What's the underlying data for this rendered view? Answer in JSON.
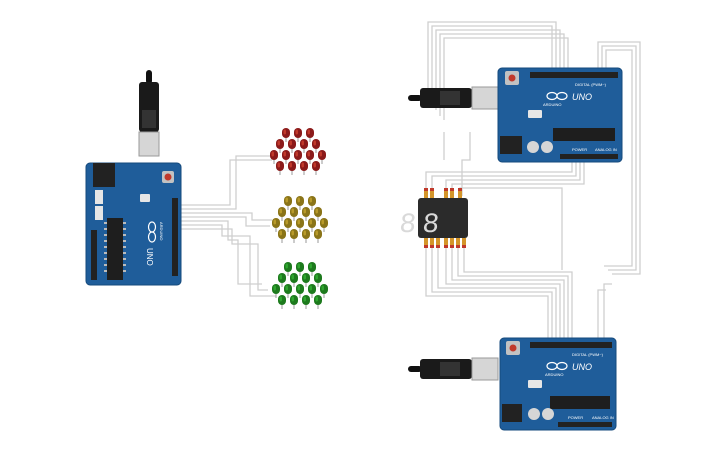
{
  "boards": [
    {
      "id": "uno-left",
      "brand": "ARDUINO",
      "model": "UNO"
    },
    {
      "id": "uno-top-right",
      "brand": "ARDUINO",
      "model": "UNO",
      "header_label": "DIGITAL (PWM~)",
      "power_label": "POWER",
      "analog_label": "ANALOG IN"
    },
    {
      "id": "uno-bottom-right",
      "brand": "ARDUINO",
      "model": "UNO",
      "header_label": "DIGITAL (PWM~)",
      "power_label": "POWER",
      "analog_label": "ANALOG IN"
    }
  ],
  "led_clusters": [
    {
      "id": "red-cluster",
      "color": "#8b1a1a",
      "highlight": "#c0392b"
    },
    {
      "id": "yellow-cluster",
      "color": "#8a7418",
      "highlight": "#b89a2a"
    },
    {
      "id": "green-cluster",
      "color": "#1d7a1d",
      "highlight": "#2fa52f"
    }
  ],
  "seven_segment": {
    "digits": [
      "8",
      "8"
    ],
    "segment_color": "#d9d9d9",
    "body_color": "#2b2b2b"
  },
  "colors": {
    "board": "#1f5d9a",
    "board_edge": "#164a7c",
    "wire": "#cfcfcf",
    "usb": "#1a1a1a",
    "chip": "#1e1e1e"
  }
}
